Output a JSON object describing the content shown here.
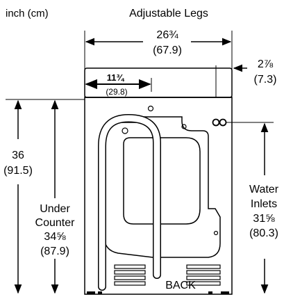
{
  "header": {
    "units": "inch (cm)",
    "title": "Adjustable Legs"
  },
  "dimensions": {
    "total_width": {
      "in": "26¾",
      "cm": "(67.9)"
    },
    "offset_right": {
      "in": "2⅞",
      "cm": "(7.3)"
    },
    "inner_width": {
      "in": "11¾",
      "cm": "(29.8)"
    },
    "total_height": {
      "in": "36",
      "cm": "(91.5)"
    },
    "under_counter": {
      "label_line1": "Under",
      "label_line2": "Counter",
      "in": "34⅝",
      "cm": "(87.9)"
    },
    "water_inlets": {
      "label_line1": "Water",
      "label_line2": "Inlets",
      "in": "31⅝",
      "cm": "(80.3)"
    }
  },
  "unit_label": "BACK"
}
